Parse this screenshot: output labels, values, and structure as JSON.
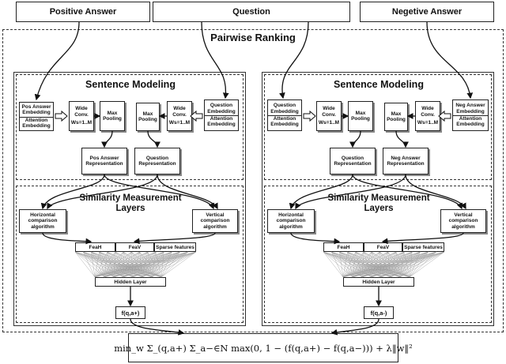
{
  "inputs": {
    "positive_answer": "Positive Answer",
    "question": "Question",
    "negative_answer": "Negetive Answer"
  },
  "pairwise_ranking": "Pairwise Ranking",
  "left": {
    "sentence_modeling": "Sentence Modeling",
    "emb_a_line1": "Pos Answer",
    "emb_a_line2": "Embedding",
    "att_a": "Attention",
    "att_a2": "Embedding",
    "wide_conv": "Wide",
    "wide_conv2": "Conv.",
    "ws": "Ws=1..M",
    "max_pool": "Max",
    "max_pool2": "Pooling",
    "max_pool_b": "Max",
    "max_pool_b2": "Pooling",
    "wide_conv_b": "Wide",
    "wide_conv_b2": "Conv.",
    "ws_b": "Ws=1..M",
    "emb_b_line1": "Question",
    "emb_b_line2": "Embedding",
    "att_b": "Attention",
    "att_b2": "Embedding",
    "repr_a1": "Pos Answer",
    "repr_a2": "Representation",
    "repr_b1": "Question",
    "repr_b2": "Representation",
    "similarity1": "Similarity Measurement",
    "similarity2": "Layers",
    "hca1": "Horizontal",
    "hca2": "comparison",
    "hca3": "algorithm",
    "vca1": "Vertical",
    "vca2": "comparison",
    "vca3": "algorithm",
    "fea_h": "FeaH",
    "fea_v": "FeaV",
    "sparse": "Sparse features",
    "hidden": "Hidden Layer",
    "f": "f(q,a+)"
  },
  "right": {
    "sentence_modeling": "Sentence Modeling",
    "emb_a_line1": "Question",
    "emb_a_line2": "Embedding",
    "att_a": "Attention",
    "att_a2": "Embedding",
    "wide_conv": "Wide",
    "wide_conv2": "Conv.",
    "ws": "Ws=1..M",
    "max_pool": "Max",
    "max_pool2": "Pooling",
    "max_pool_b": "Max",
    "max_pool_b2": "Pooling",
    "wide_conv_b": "Wide",
    "wide_conv_b2": "Conv.",
    "ws_b": "Ws=1..M",
    "emb_b_line1": "Neg Answer",
    "emb_b_line2": "Embedding",
    "att_b": "Attention",
    "att_b2": "Embedding",
    "repr_a1": "Question",
    "repr_a2": "Representation",
    "repr_b1": "Neg Answer",
    "repr_b2": "Representation",
    "similarity1": "Similarity Measurement",
    "similarity2": "Layers",
    "hca1": "Horizontal",
    "hca2": "comparison",
    "hca3": "algorithm",
    "vca1": "Vertical",
    "vca2": "comparison",
    "vca3": "algorithm",
    "fea_h": "FeaH",
    "fea_v": "FeaV",
    "sparse": "Sparse features",
    "hidden": "Hidden Layer",
    "f": "f(q,a-)"
  },
  "objective": "min_w Σ_(q,a+) Σ_a−∈N max(0, 1 − (f(q,a+) − f(q,a−))) + λ‖w‖²"
}
